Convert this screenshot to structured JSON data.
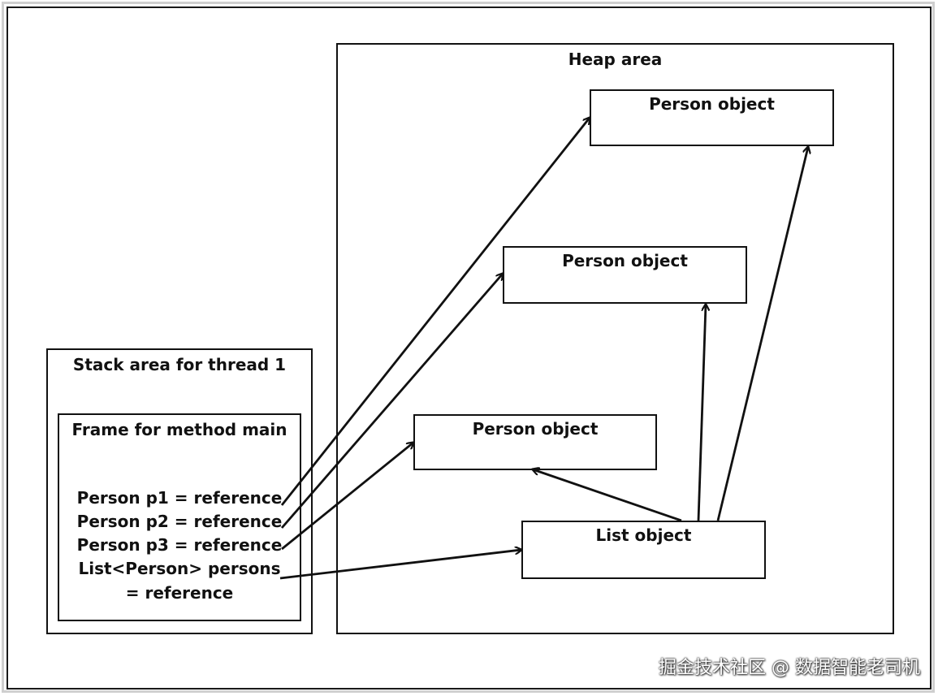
{
  "heap": {
    "title": "Heap area"
  },
  "stack": {
    "title": "Stack area for thread 1",
    "frame": {
      "title": "Frame for method main",
      "references": [
        "Person p1 = reference",
        "Person p2 = reference",
        "Person p3 = reference",
        "List<Person> persons",
        "= reference"
      ]
    }
  },
  "objects": {
    "person_1": "Person object",
    "person_2": "Person object",
    "person_3": "Person object",
    "list": "List object"
  },
  "watermark": "掘金技术社区 @ 数据智能老司机",
  "colors": {
    "line": "#111111",
    "background": "#ffffff"
  }
}
